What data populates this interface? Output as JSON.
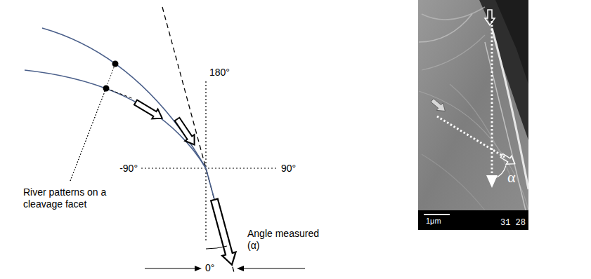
{
  "diagram": {
    "labels": [
      "180°",
      "-90°",
      "90°",
      "River patterns on a cleavage facet",
      "Angle measured (α)",
      "0°",
      "α",
      "1μm",
      "31 28"
    ]
  }
}
